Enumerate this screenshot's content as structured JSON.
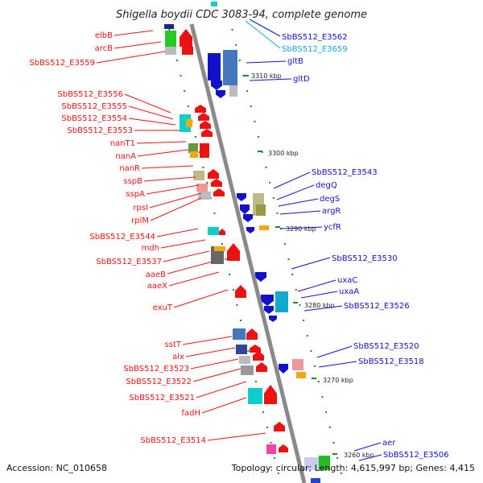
{
  "title": "Shigella boydii CDC 3083-94, complete genome",
  "footer": {
    "accession_label": "Accession:",
    "accession": "NC_010658",
    "topology_label": "Topology:",
    "topology": "circular",
    "length_label": "Length:",
    "length": "4,615,997 bp",
    "genes_label": "Genes:",
    "genes": "4,415"
  },
  "colors": {
    "forward_strand": "#ee1111",
    "reverse_strand": "#1111cc",
    "highlight": "#11aacc",
    "backbone": "#8a8a8a",
    "tick": "#228822"
  },
  "kbp_marks": [
    "3310 kbp",
    "3300 kbp",
    "3290 kbp",
    "3280 kbp",
    "3270 kbp",
    "3260 kbp"
  ],
  "left_labels": [
    "elbB",
    "arcB",
    "SbBS512_E3559",
    "SbBS512_E3556",
    "SbBS512_E3555",
    "SbBS512_E3554",
    "SbBS512_E3553",
    "nanT1",
    "nanA",
    "nanR",
    "sspB",
    "sspA",
    "rpsI",
    "rplM",
    "SbBS512_E3544",
    "mdh",
    "SbBS512_E3537",
    "aaeB",
    "aaeX",
    "exuT",
    "sstT",
    "alx",
    "SbBS512_E3523",
    "SbBS512_E3522",
    "SbBS512_E3521",
    "fadH",
    "SbBS512_E3514"
  ],
  "right_labels": [
    "SbBS512_E3562",
    "SbBS512_E3659",
    "gltB",
    "gltD",
    "SbBS512_E3543",
    "degQ",
    "degS",
    "argR",
    "ycfR",
    "SbBS512_E3530",
    "uxaC",
    "uxaA",
    "SbBS512_E3526",
    "SbBS512_E3520",
    "SbBS512_E3518",
    "aer",
    "SbBS512_E3506"
  ]
}
